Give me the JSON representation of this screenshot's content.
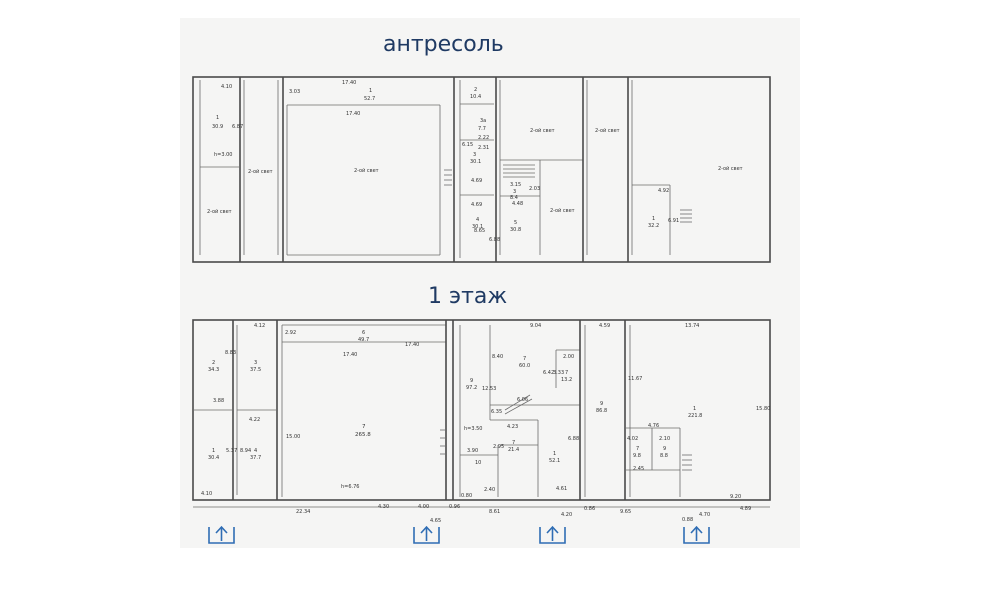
{
  "headings": {
    "mezzanine": "антресоль",
    "floor1": "1 этаж"
  },
  "mezzanine": {
    "dims": [
      "4.10",
      "17.40",
      "3.03",
      "17.40",
      "6.87",
      "h=3.00",
      "6.15",
      "2.22",
      "2.31",
      "4.69",
      "4.69",
      "6.88",
      "8.65",
      "3.15",
      "4.48",
      "2.03",
      "4.92",
      "6.91"
    ],
    "rooms": [
      {
        "no": "1",
        "area": "30.9"
      },
      {
        "no": "1",
        "area": "52.7"
      },
      {
        "no": "2",
        "area": "10.4"
      },
      {
        "no": "3a",
        "area": "7.7"
      },
      {
        "no": "3",
        "area": "30.1"
      },
      {
        "no": "3",
        "area": "8.4"
      },
      {
        "no": "4",
        "area": "30.1"
      },
      {
        "no": "5",
        "area": "30.8"
      },
      {
        "no": "1",
        "area": "32.2"
      }
    ],
    "light_wells": [
      "2-ой свет",
      "2-ой свет",
      "2-ой свет",
      "2-ой свет",
      "2-ой свет",
      "2-ой свет",
      "2-ой свет"
    ]
  },
  "floor1": {
    "dims": [
      "4.12",
      "2.92",
      "17.40",
      "17.40",
      "9.04",
      "4.59",
      "13.74",
      "8.83",
      "3.88",
      "4.22",
      "5.37",
      "8.94",
      "15.00",
      "h=6.76",
      "4.10",
      "22.34",
      "4.30",
      "4.00",
      "4.65",
      "8.40",
      "12.53",
      "6.06",
      "6.35",
      "4.23",
      "h=3.50",
      "3.90",
      "2.95",
      "0.80",
      "2.40",
      "6.42",
      "3.33",
      "2.00",
      "0.96",
      "8.61",
      "4.61",
      "4.20",
      "6.88",
      "9.65",
      "4.76",
      "4.02",
      "2.10",
      "2.45",
      "11.67",
      "15.80",
      "4.70",
      "4.89",
      "9.20",
      "0.86",
      "0.88"
    ],
    "rooms": [
      {
        "no": "2",
        "area": "34.3"
      },
      {
        "no": "3",
        "area": "37.5"
      },
      {
        "no": "1",
        "area": "30.4"
      },
      {
        "no": "4",
        "area": "37.7"
      },
      {
        "no": "6",
        "area": "49.7"
      },
      {
        "no": "7",
        "area": "265.8"
      },
      {
        "no": "7",
        "area": "60.0"
      },
      {
        "no": "9",
        "area": "97.2"
      },
      {
        "no": "7",
        "area": "13.2"
      },
      {
        "no": "7",
        "area": "21.4"
      },
      {
        "no": "10",
        "area": ""
      },
      {
        "no": "1",
        "area": "52.1"
      },
      {
        "no": "9",
        "area": "86.8"
      },
      {
        "no": "1",
        "area": "221.8"
      },
      {
        "no": "7",
        "area": "9.8"
      },
      {
        "no": "9",
        "area": "8.8"
      }
    ]
  },
  "entrances": [
    {
      "label": "entrance-arrow"
    },
    {
      "label": "entrance-arrow"
    },
    {
      "label": "entrance-arrow"
    },
    {
      "label": "entrance-arrow"
    }
  ]
}
